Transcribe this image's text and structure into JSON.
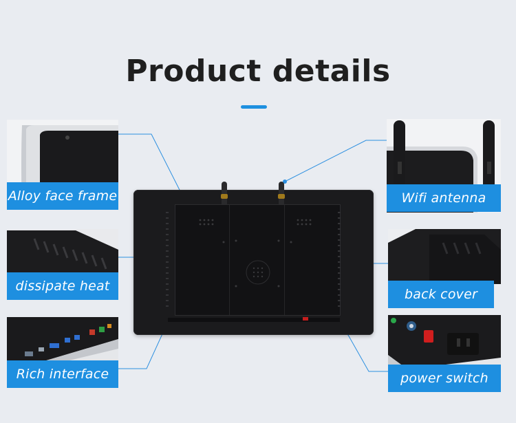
{
  "title": "Product details",
  "colors": {
    "accent": "#1e8fe0",
    "device": "#1b1b1d",
    "background": "#e9ecf1"
  },
  "callouts": {
    "alloy_frame": "Alloy face frame",
    "wifi": "Wifi antenna",
    "dissipate": "dissipate heat",
    "back_cover": "back cover",
    "interface": "Rich interface",
    "power": "power switch"
  }
}
